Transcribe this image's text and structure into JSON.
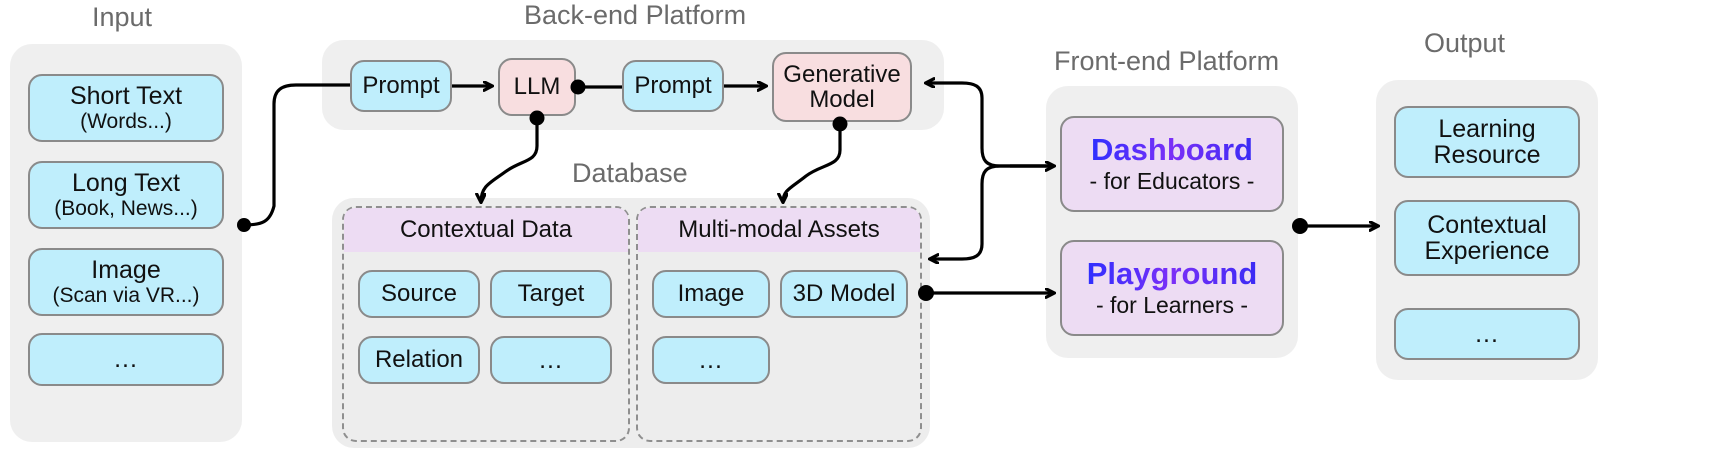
{
  "diagram": {
    "title_input": "Input",
    "title_backend": "Back-end Platform",
    "title_database": "Database",
    "title_frontend": "Front-end Platform",
    "title_output": "Output",
    "colors": {
      "blue_node": "#bfeefc",
      "pink_node": "#f8dee0",
      "purple_node": "#eddcf3",
      "panel_bg": "#efefef",
      "group_title": "#6b6b6b",
      "accent_blue": "#2f2fff",
      "accent_purple": "#7b2ff7",
      "stroke": "#8a8a8a",
      "wire": "#000000"
    }
  },
  "input": {
    "items": [
      {
        "title": "Short Text",
        "sub": "(Words...)"
      },
      {
        "title": "Long Text",
        "sub": "(Book, News...)"
      },
      {
        "title": "Image",
        "sub": "(Scan via VR...)"
      },
      {
        "title": "...",
        "sub": ""
      }
    ]
  },
  "backend": {
    "nodes": [
      {
        "label": "Prompt",
        "kind": "blue"
      },
      {
        "label": "LLM",
        "kind": "pink"
      },
      {
        "label": "Prompt",
        "kind": "blue"
      },
      {
        "label": "Generative",
        "label2": "Model",
        "kind": "pink"
      }
    ]
  },
  "database": {
    "groups": [
      {
        "header": "Contextual Data",
        "items": [
          "Source",
          "Target",
          "Relation",
          "..."
        ]
      },
      {
        "header": "Multi-modal Assets",
        "items": [
          "Image",
          "3D Model",
          "..."
        ]
      }
    ]
  },
  "frontend": {
    "cards": [
      {
        "title": "Dashboard",
        "sub": "- for Educators -"
      },
      {
        "title": "Playground",
        "sub": "- for Learners -"
      }
    ]
  },
  "output": {
    "items": [
      "Learning Resource",
      "Contextual Experience",
      "..."
    ]
  }
}
